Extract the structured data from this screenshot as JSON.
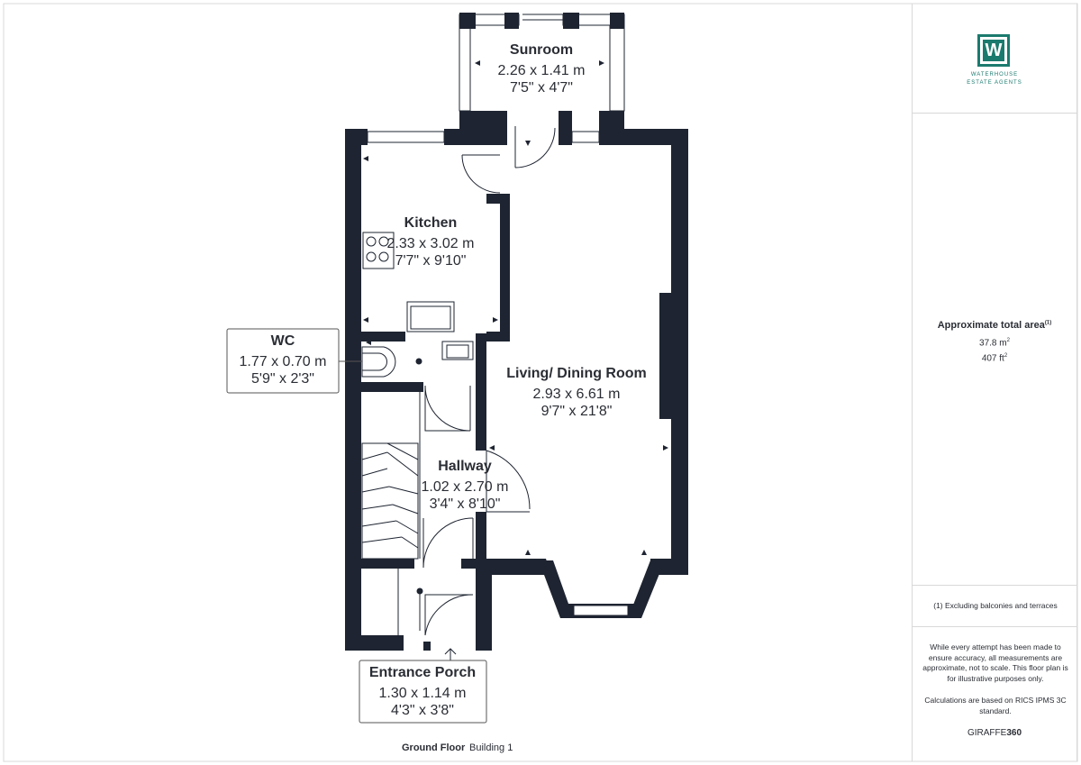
{
  "rooms": {
    "sunroom": {
      "name": "Sunroom",
      "metric": "2.26 x 1.41 m",
      "imperial": "7'5\" x 4'7\""
    },
    "kitchen": {
      "name": "Kitchen",
      "metric": "2.33 x 3.02 m",
      "imperial": "7'7\" x 9'10\""
    },
    "living": {
      "name": "Living/ Dining Room",
      "metric": "2.93 x 6.61 m",
      "imperial": "9'7\" x 21'8\""
    },
    "wc": {
      "name": "WC",
      "metric": "1.77 x 0.70 m",
      "imperial": "5'9\" x 2'3\""
    },
    "hallway": {
      "name": "Hallway",
      "metric": "1.02 x 2.70 m",
      "imperial": "3'4\" x 8'10\""
    },
    "porch": {
      "name": "Entrance Porch",
      "metric": "1.30 x 1.14 m",
      "imperial": "4'3\" x 3'8\""
    }
  },
  "footer": {
    "floor": "Ground Floor",
    "building": "Building 1"
  },
  "brand": {
    "initial": "W",
    "line1": "WATERHOUSE",
    "line2": "ESTATE AGENTS",
    "color": "#1b7a6e"
  },
  "area": {
    "title": "Approximate total area",
    "footnote_mark": "(1)",
    "sqm_value": "37.8 m",
    "sqm_sup": "2",
    "sqft_value": "407 ft",
    "sqft_sup": "2"
  },
  "notes": {
    "excluding": "(1) Excluding balconies and terraces",
    "disclaimer": "While every attempt has been made to ensure accuracy, all measurements are approximate, not to scale. This floor plan is for illustrative purposes only.",
    "calculations": "Calculations are based on RICS IPMS 3C standard."
  },
  "credit": {
    "bold_part": "GIRAFFE",
    "num_part": "360"
  },
  "colors": {
    "wall": "#1e2431",
    "frame": "#d8d8d8",
    "accent": "#1b7a6e"
  }
}
